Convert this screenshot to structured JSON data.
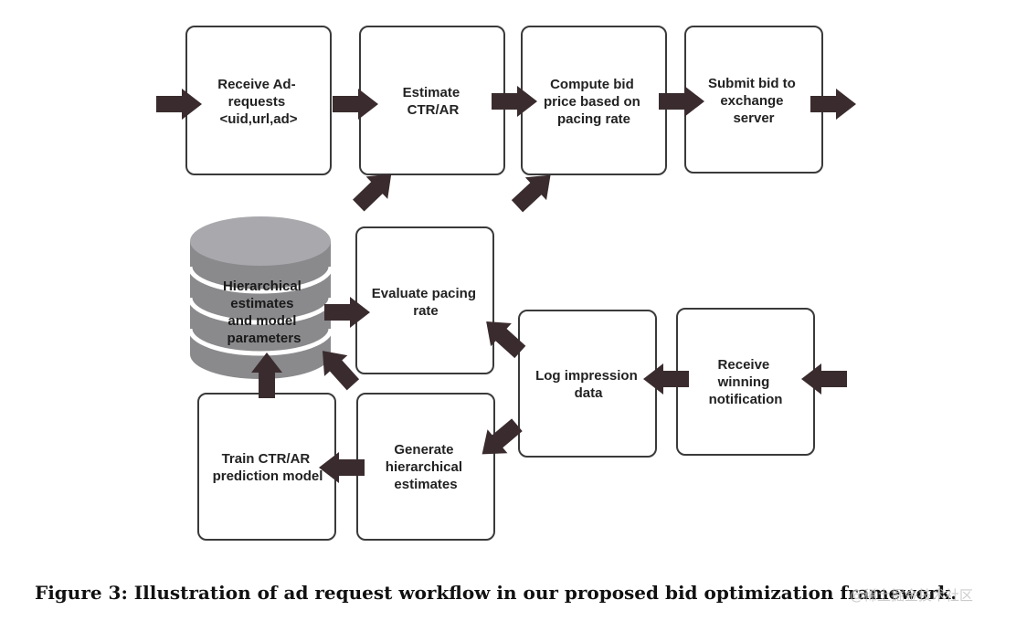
{
  "diagram": {
    "nodes": {
      "receive_ad": [
        "Receive Ad-",
        "requests",
        "<uid,url,ad>"
      ],
      "estimate": [
        "Estimate",
        "CTR/AR"
      ],
      "compute_bid": [
        "Compute bid",
        "price based on",
        "pacing rate"
      ],
      "submit_bid": [
        "Submit bid to",
        "exchange",
        "server"
      ],
      "database": [
        "Hierarchical",
        "estimates",
        "and model",
        "parameters"
      ],
      "evaluate_pacing": [
        "Evaluate pacing",
        "rate"
      ],
      "log_impression": [
        "Log impression",
        "data"
      ],
      "receive_winning": [
        "Receive",
        "winning",
        "notification"
      ],
      "train_model": [
        "Train CTR/AR",
        "prediction model"
      ],
      "generate_estimates": [
        "Generate",
        "hierarchical",
        "estimates"
      ]
    }
  },
  "caption": "Figure 3: Illustration of ad request workflow in our proposed bid optimization framework.",
  "watermark": "@稀土掘金技术社区"
}
